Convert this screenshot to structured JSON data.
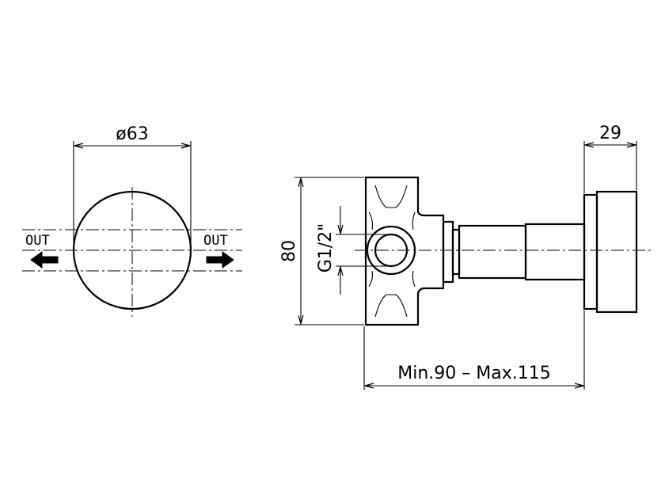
{
  "front_view": {
    "diameter_label": "ø63",
    "out_left_label": "OUT",
    "out_right_label": "OUT"
  },
  "side_view": {
    "height_label": "80",
    "thread_label": "G1/2\"",
    "depth_label": "29",
    "length_label": "Min.90  –  Max.115"
  },
  "colors": {
    "line": "#000000",
    "background": "#ffffff"
  }
}
